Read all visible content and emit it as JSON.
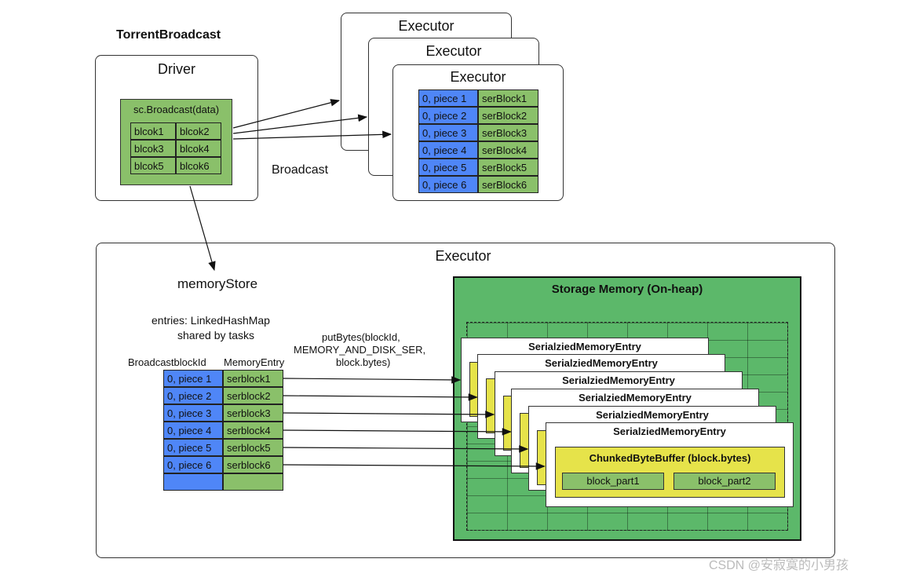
{
  "top_title": "TorrentBroadcast",
  "driver": {
    "label": "Driver",
    "broadcast_call": "sc.Broadcast(data)",
    "blocks": [
      "blcok1",
      "blcok2",
      "blcok3",
      "blcok4",
      "blcok5",
      "blcok6"
    ]
  },
  "broadcast_label": "Broadcast",
  "executor_label": "Executor",
  "executor_table": [
    [
      "0, piece 1",
      "serBlock1"
    ],
    [
      "0, piece 2",
      "serBlock2"
    ],
    [
      "0, piece 3",
      "serBlock3"
    ],
    [
      "0, piece 4",
      "serBlock4"
    ],
    [
      "0, piece 5",
      "serBlock5"
    ],
    [
      "0, piece 6",
      "serBlock6"
    ]
  ],
  "bottom": {
    "executor_label": "Executor",
    "memory_store": "memoryStore",
    "entries_line1": "entries: LinkedHashMap",
    "entries_line2": "shared by tasks",
    "col_key": "BroadcastblockId",
    "col_value": "MemoryEntry",
    "rows": [
      [
        "0, piece 1",
        "serblock1"
      ],
      [
        "0, piece 2",
        "serblock2"
      ],
      [
        "0, piece 3",
        "serblock3"
      ],
      [
        "0, piece 4",
        "serblock4"
      ],
      [
        "0, piece 5",
        "serblock5"
      ],
      [
        "0, piece 6",
        "serblock6"
      ]
    ],
    "put_line1": "putBytes(blockId,",
    "put_line2": "MEMORY_AND_DISK_SER,",
    "put_line3": "block.bytes)",
    "storage_title": "Storage Memory (On-heap)",
    "entry_title": "SerialziedMemoryEntry",
    "chunked": "ChunkedByteBuffer (block.bytes)",
    "part1": "block_part1",
    "part2": "block_part2"
  },
  "watermark": "CSDN @安寂寞的小男孩",
  "colors": {
    "blue": "#4f86f7",
    "green": "#8ac06a",
    "storage_green": "#5cb86a",
    "yellow": "#e6e34a"
  }
}
